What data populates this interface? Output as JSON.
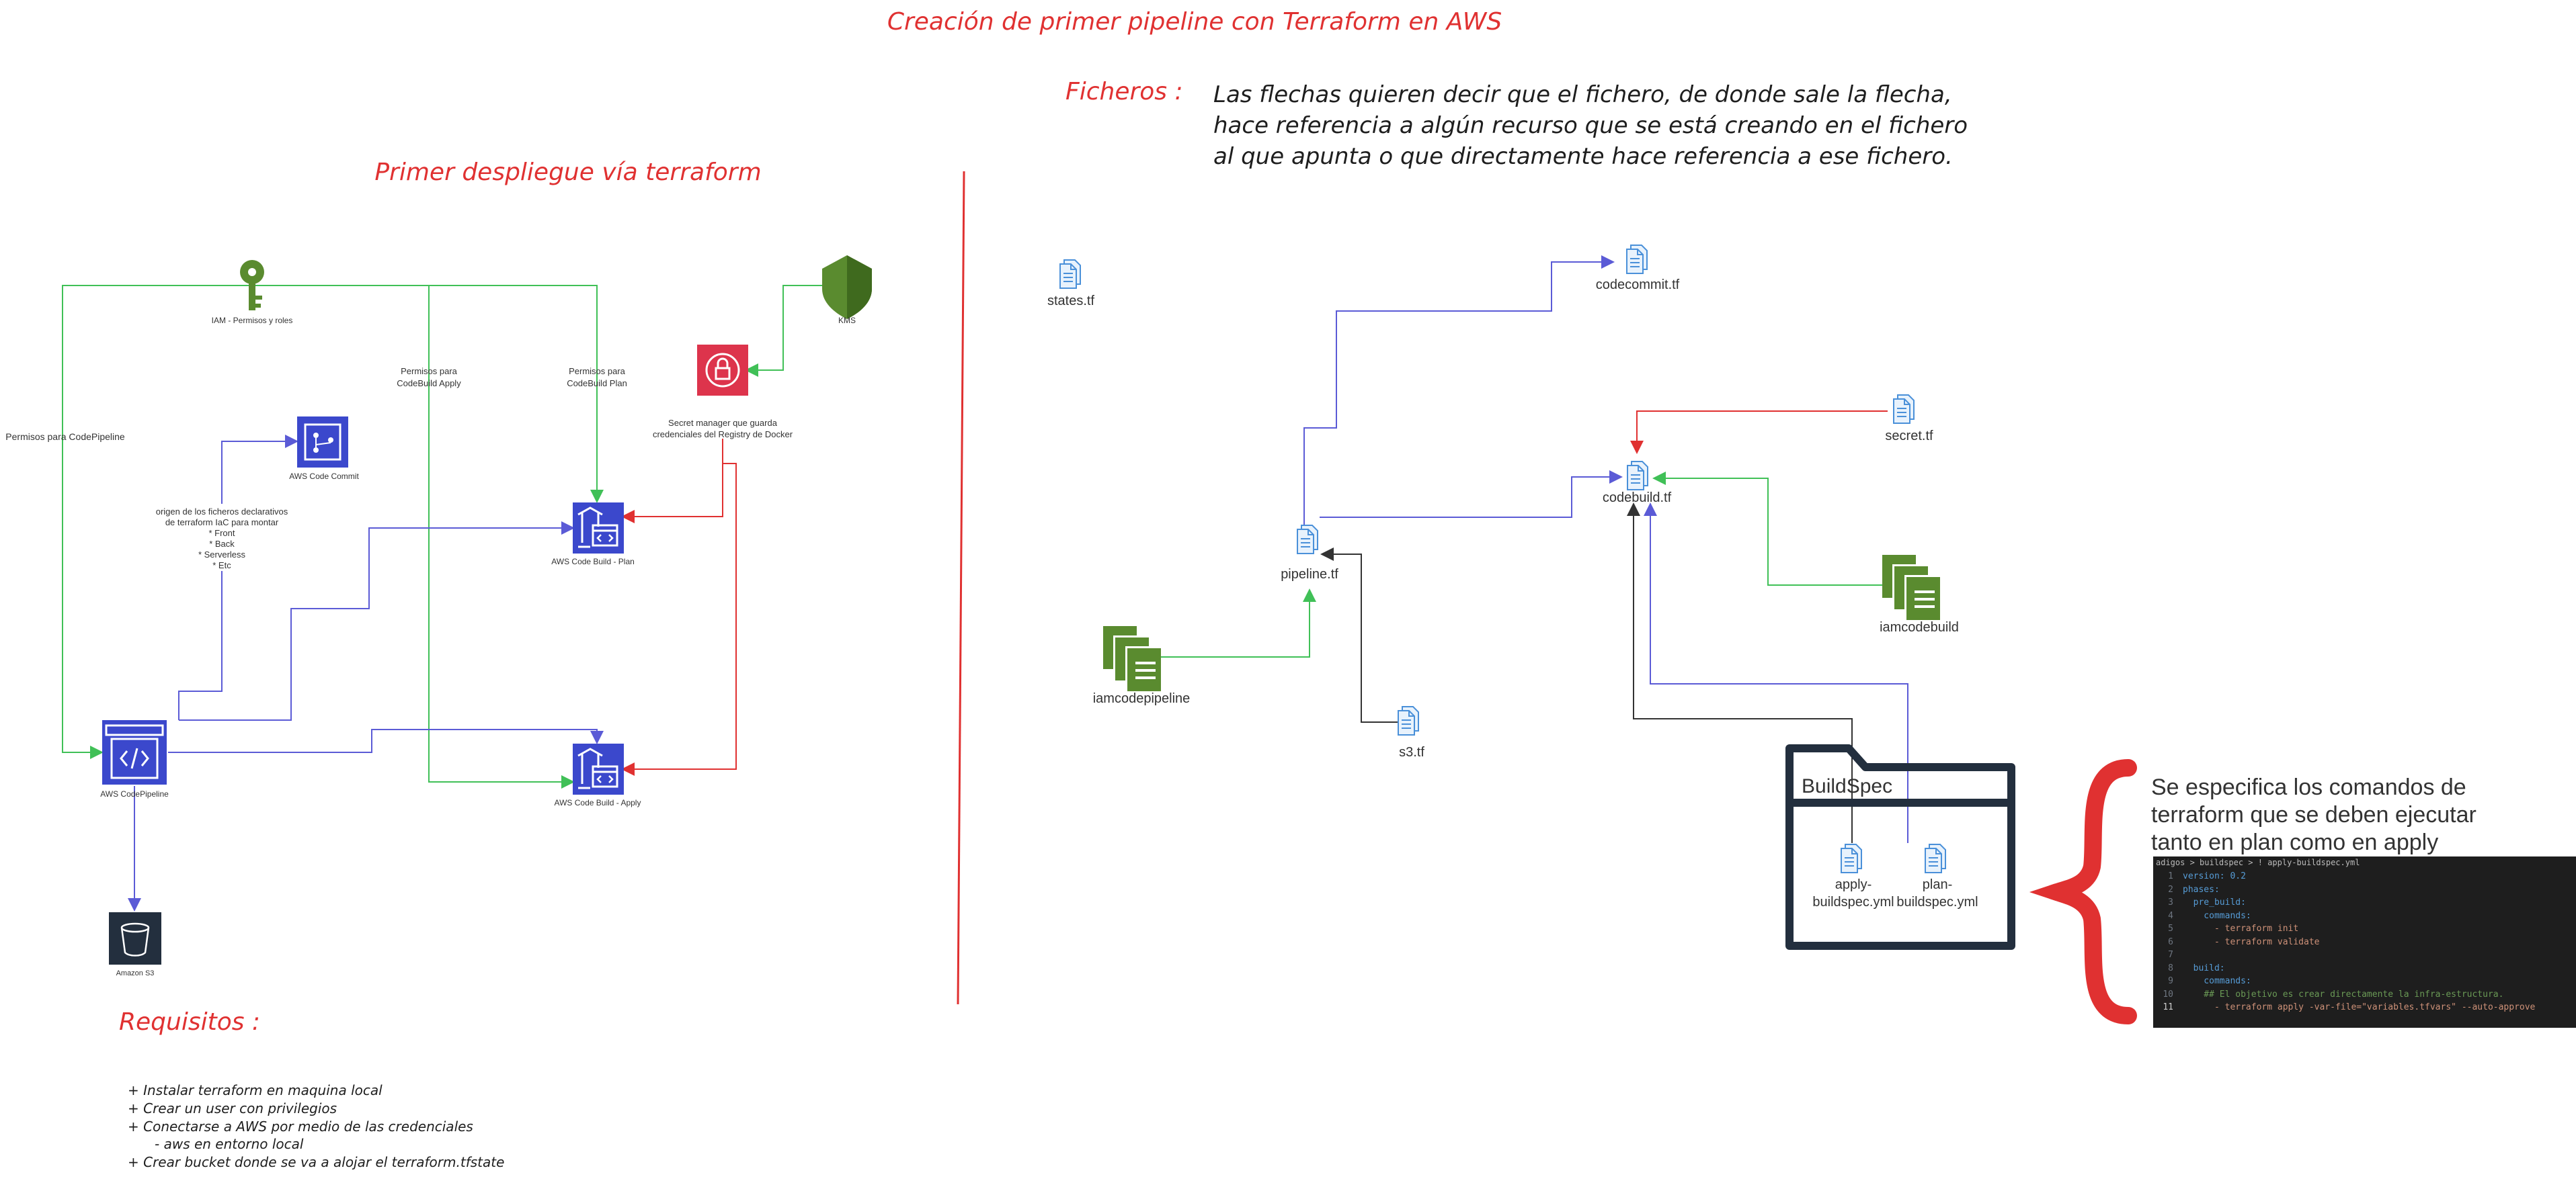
{
  "titles": {
    "main": "Creación de primer pipeline con Terraform en AWS",
    "left_section": "Primer despliegue vía terraform",
    "ficheros": "Ficheros :",
    "requisitos": "Requisitos :"
  },
  "ficheros_note": [
    "Las flechas quieren decir que el fichero, de donde sale la flecha,",
    "hace referencia a algún recurso que se está creando en el fichero",
    "al que apunta o que directamente hace referencia a ese fichero."
  ],
  "aws_diagram": {
    "iam_label": "IAM - Permisos y roles",
    "kms_label": "KMS",
    "codecommit_label": "AWS Code Commit",
    "codebuild_plan_label": "AWS Code Build - Plan",
    "codebuild_apply_label": "AWS Code Build - Apply",
    "codepipeline_label": "AWS CodePipeline",
    "s3_label": "Amazon S3",
    "secret_manager_label": [
      "Secret manager que guarda",
      "credenciales del Registry de Docker"
    ],
    "perm_codepipeline": "Permisos para CodePipeline",
    "perm_codebuild_apply": [
      "Permisos para",
      "CodeBuild Apply"
    ],
    "perm_codebuild_plan": [
      "Permisos para",
      "CodeBuild Plan"
    ],
    "origin_note": [
      "origen de los ficheros declarativos",
      "de terraform IaC para montar",
      "* Front",
      "* Back",
      "* Serverless",
      "* Etc"
    ]
  },
  "requisitos_list": [
    "+ Instalar terraform en maquina local",
    "+ Crear un user con privilegios",
    "+ Conectarse a AWS por medio de las credenciales",
    "- aws en entorno local",
    "+ Crear bucket donde se va a alojar el terraform.tfstate"
  ],
  "files": {
    "states": "states.tf",
    "codecommit": "codecommit.tf",
    "secret": "secret.tf",
    "codebuild": "codebuild.tf",
    "pipeline": "pipeline.tf",
    "iamcodebuild": "iamcodebuild",
    "iamcodepipeline": "iamcodepipeline",
    "s3": "s3.tf",
    "buildspec_folder": "BuildSpec",
    "apply_buildspec": [
      "apply-",
      "buildspec.yml"
    ],
    "plan_buildspec": [
      "plan-",
      "buildspec.yml"
    ]
  },
  "buildspec_note": [
    "Se especifica los comandos de",
    "terraform que se deben ejecutar",
    "tanto en plan como en apply"
  ],
  "code_panel": {
    "breadcrumb": "adigos > buildspec > ! apply-buildspec.yml",
    "lines": [
      {
        "n": "1",
        "text": "version: 0.2"
      },
      {
        "n": "2",
        "text": "phases:"
      },
      {
        "n": "3",
        "text": "  pre_build:"
      },
      {
        "n": "4",
        "text": "    commands:"
      },
      {
        "n": "5",
        "text": "      - terraform init"
      },
      {
        "n": "6",
        "text": "      - terraform validate"
      },
      {
        "n": "7",
        "text": ""
      },
      {
        "n": "8",
        "text": "  build:"
      },
      {
        "n": "9",
        "text": "    commands:"
      },
      {
        "n": "10",
        "text": "    ## El objetivo es crear directamente la infra-estructura."
      },
      {
        "n": "11",
        "text": "      - terraform apply -var-file=\"variables.tfvars\" --auto-approve"
      }
    ]
  },
  "colors": {
    "title_red": "#e03131",
    "blue_edge": "#5b5bd6",
    "green_edge": "#40c057",
    "red_edge": "#e03131",
    "aws_blue": "#3b48cc",
    "aws_green": "#5a8b2f",
    "aws_red": "#dd344c",
    "file_blue": "#4a90d9"
  }
}
